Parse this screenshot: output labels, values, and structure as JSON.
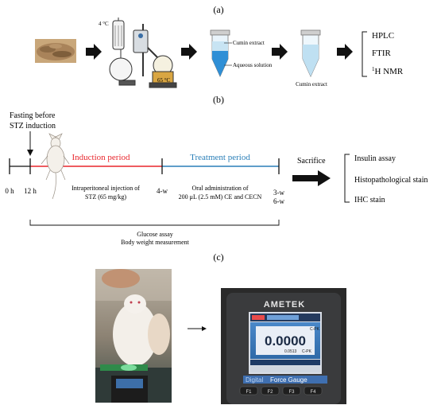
{
  "panel_labels": {
    "a": "(a)",
    "b": "(b)",
    "c": "(c)"
  },
  "panel_a": {
    "temp_cold": "4 °C",
    "temp_hot": "65 °C",
    "tube1_top": "Cumin extract",
    "tube1_bottom": "Aqueous solution",
    "tube2": "Cumin extract",
    "analysis": [
      "HPLC",
      "FTIR"
    ],
    "nmr_sup": "1",
    "nmr_rest": "H NMR"
  },
  "panel_b": {
    "fasting": [
      "Fasting before",
      "STZ induction"
    ],
    "induction": "Induction period",
    "treatment": "Treatment period",
    "sacrifice": "Sacrifice",
    "ticks": {
      "t0": "0 h",
      "t12": "12 h",
      "t4w": "4-w",
      "t3w": "3-w",
      "t6w": "6-w"
    },
    "injection": [
      "Intraperitoneal injection of",
      "STZ (65 mg/kg)"
    ],
    "oral": [
      "Oral administration of",
      "200 μL (2.5 mM) CE and CECN"
    ],
    "assays": [
      "Insulin assay",
      "Histopathological stain",
      "IHC stain"
    ],
    "glucose": [
      "Glucose assay",
      "Body weight measurement"
    ],
    "colors": {
      "induction": "#e8262c",
      "treatment": "#2a7fb8"
    }
  },
  "panel_c": {
    "brand": "AMETEK",
    "reading": "0.0000",
    "sub_reading": "0.0513",
    "mode": "C-PK",
    "footer_digital": "Digital",
    "footer_force": "Force Gauge",
    "keys": [
      "F1",
      "F2",
      "F3",
      "F4"
    ]
  }
}
